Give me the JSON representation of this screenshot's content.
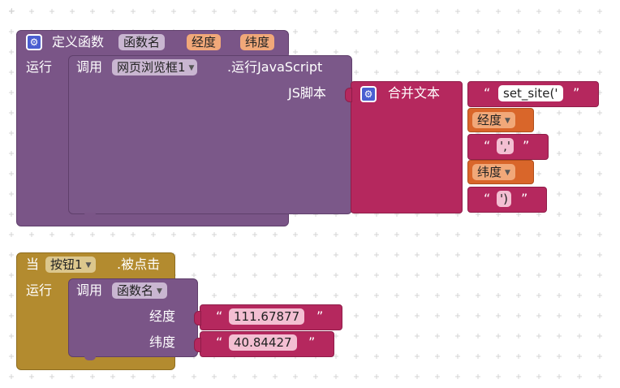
{
  "procedure": {
    "header_label": "定义函数",
    "name": "函数名",
    "param1": "经度",
    "param2": "纬度",
    "do_label": "运行",
    "call_label": "调用",
    "component": "网页浏览框1",
    "method": ".运行JavaScript",
    "js_label": "JS脚本",
    "join_label": "合并文本",
    "join_items": [
      {
        "kind": "text",
        "value": "set_site('"
      },
      {
        "kind": "var",
        "value": "经度"
      },
      {
        "kind": "text",
        "value": "','"
      },
      {
        "kind": "var",
        "value": "纬度"
      },
      {
        "kind": "text",
        "value": "')"
      }
    ]
  },
  "event": {
    "when_label": "当",
    "component": "按钮1",
    "event_name": ".被点击",
    "do_label": "运行",
    "call_label": "调用",
    "proc_name": "函数名",
    "arg1_label": "经度",
    "arg1_value": "111.67877",
    "arg2_label": "纬度",
    "arg2_value": "40.84427"
  },
  "quote_char": "“",
  "quote_end_char": "”",
  "dropdown_glyph": "▼",
  "gear_glyph": "⚙",
  "colors": {
    "procedure": "#7a5587",
    "text": "#b5285e",
    "variable": "#d9662a",
    "control": "#b38b2f",
    "mutator": "#4a5ed1"
  }
}
